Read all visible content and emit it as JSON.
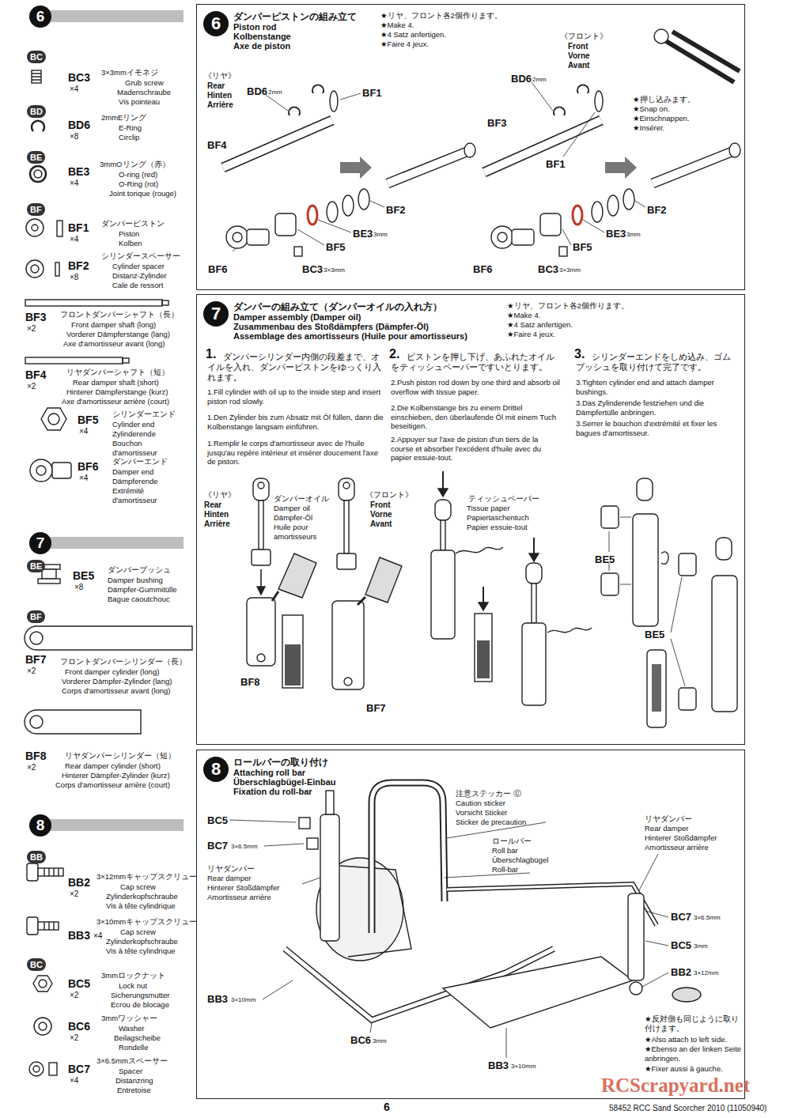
{
  "diagram": {
    "nodes": [
      {
        "text": [
          "6",
          "ダンパーピストンの組み立て",
          "Piston rod",
          "Kolbenstange",
          "Axe de piston",
          "★リヤ、フロント各2個作ります。",
          "★Make 4.",
          "★4 Satz anfertigen.",
          "★Faire 4 jeux."
        ]
      },
      {
        "text": [
          "7",
          "ダンパーの組み立て（ダンパーオイルの入れ方）",
          "Damper assembly (Damper oil)",
          "Zusammenbau des Stoßdämpfers (Dämpfer-Öl)",
          "Assemblage des amortisseurs (Huile pour amortisseurs)",
          "★リヤ、フロント各2個作ります。",
          "★Make 4.",
          "★4 Satz anfertigen.",
          "★Faire 4 jeux."
        ]
      },
      {
        "text": [
          "8",
          "ロールバーの取り付け",
          "Attaching roll bar",
          "Überschlagbügel-Einbau",
          "Fixation du roll-bar"
        ]
      }
    ],
    "labels": [
      "6",
      "BC",
      "BC3",
      "×4",
      "3×3mmイモネジ",
      "Grub screw",
      "Madenschraube",
      "Vis pointeau",
      "BD",
      "BD6",
      "×8",
      "2mmEリング",
      "E-Ring",
      "Circlip",
      "BE",
      "BE3",
      "×4",
      "3mmOリング（赤）",
      "O-ring (red)",
      "O-Ring (rot)",
      "Joint torique (rouge)",
      "BF",
      "BF1",
      "×4",
      "ダンパーピストン",
      "Piston",
      "Kolben",
      "BF2",
      "×8",
      "シリンダースペーサー",
      "Cylinder spacer",
      "Distanz-Zylinder",
      "Cale de ressort",
      "BF3",
      "×2",
      "フロントダンパーシャフト（長）",
      "Front damper shaft (long)",
      "Vorderer Dämpferstange (lang)",
      "Axe d'amortisseur avant (long)",
      "BF4",
      "×2",
      "リヤダンパーシャフト（短）",
      "Rear damper shaft (short)",
      "Hinterer Dämpferstange (kurz)",
      "Axe d'amortisseur arrière (court)",
      "BF5",
      "×4",
      "シリンダーエンド",
      "Cylinder end",
      "Zylinderende",
      "Bouchon",
      "d'amortisseur",
      "BF6",
      "×4",
      "ダンパーエンド",
      "Damper end",
      "Dämpferende",
      "Extrémité",
      "d'amortisseur",
      "7",
      "BE",
      "BE5",
      "×8",
      "ダンパーブッシュ",
      "Damper bushing",
      "Dämpfer-Gummitülle",
      "Bague caoutchouc",
      "BF",
      "BF7",
      "×2",
      "フロントダンパーシリンダー（長）",
      "Front damper cylinder (long)",
      "Vorderer Dämpfer-Zylinder (lang)",
      "Corps d'amortisseur avant (long)",
      "BF8",
      "×2",
      "リヤダンパーシリンダー（短）",
      "Rear damper cylinder (short)",
      "Hinterer Dämpfer-Zylinder (kurz)",
      "Corps d'amortisseur arrière (court)",
      "8",
      "BB",
      "BB2",
      "×2",
      "3×12mmキャップスクリュー",
      "Cap screw",
      "Zylinderkopfschraube",
      "Vis à tête cylindrique",
      "3×10mmキャップスクリュー",
      "BB3",
      "×4",
      "Cap screw",
      "Zylinderkopfschraube",
      "Vis à tête cylindrique",
      "BC",
      "BC5",
      "×2",
      "3mmロックナット",
      "Lock nut",
      "Sicherungsmutter",
      "Ecrou de blocage",
      "BC6",
      "×2",
      "3mmワッシャー",
      "Washer",
      "Beilagscheibe",
      "Rondelle",
      "BC7",
      "×4",
      "3×6.5mmスペーサー",
      "Spacer",
      "Distanzring",
      "Entretoise",
      "《リヤ》",
      "Rear",
      "Hinten",
      "Arrière",
      "BD6",
      "2mm",
      "BF1",
      "BF4",
      "BF2",
      "BE3",
      "3mm",
      "BF5",
      "BF6",
      "BC3",
      "3×3mm",
      "《フロント》",
      "Front",
      "Vorne",
      "Avant",
      "BD6",
      "2mm",
      "BF3",
      "★押し込みます。",
      "★Snap on.",
      "★Einschnappen.",
      "★Insérer.",
      "BF1",
      "BF2",
      "BE3",
      "3mm",
      "BF5",
      "BF6",
      "BC3",
      "3×3mm",
      "1.",
      "ダンパーシリンダー内側の段差まで、オイルを入れ、ダンパーピストンをゆっくり入れます。",
      "1.Fill cylinder with oil up to the inside step and insert piston rod slowly.",
      "1.Den Zylinder bis zum Absatz mit Öl füllen, dann die Kolbenstange langsam einführen.",
      "1.Remplir le corps d'amortisseur avec de l'huile jusqu'au repère intérieur et insérer doucement l'axe de piston.",
      "2.",
      "ピストンを押し下げ、あふれたオイルをティッシュペーパーですいとります。",
      "2.Push piston rod down by one third and absorb oil overflow with tissue paper.",
      "2.Die Kolbenstange bis zu einem Drittel einschieben, den überlaufende Öl mit einem Tuch beseitigen.",
      "2.Appuyer sur l'axe de piston d'un tiers de la course et absorber l'excédent d'huile avec du papier essuie-tout.",
      "3.",
      "シリンダーエンドをしめ込み、ゴムブッシュを取り付けて完了です。",
      "3.Tighten cylinder end and attach damper bushings.",
      "3.Das Zylinderende festziehen und die Dämpfertülle anbringen.",
      "3.Serrer le bouchon d'extrémité et fixer les bagues d'amortisseur.",
      "《リヤ》",
      "Rear",
      "Hinten",
      "Arrière",
      "ダンパーオイル",
      "Damper oil",
      "Dämpfer-Öl",
      "Huile pour",
      "amortisseurs",
      "《フロント》",
      "Front",
      "Vorne",
      "Avant",
      "ティッシュペーパー",
      "Tissue paper",
      "Papiertaschentuch",
      "Papier essuie-tout",
      "BF8",
      "BF7",
      "BE5",
      "BE5",
      "BC5",
      "BC7",
      "3×6.5mm",
      "リヤダンパー",
      "Rear damper",
      "Hinterer Stoßdämpfer",
      "Amortisseur arrière",
      "注意ステッカー Ⓒ",
      "Caution sticker",
      "Vorsicht Sticker",
      "Sticker de precaution",
      "ロールバー",
      "Roll bar",
      "Überschlagbügel",
      "Roll-bar",
      "リヤダンパー",
      "Rear damper",
      "Hinterer Stoßdämpfer",
      "Amortisseur arrière",
      "BC7",
      "3×6.5mm",
      "BC5",
      "3mm",
      "BB2",
      "3×12mm",
      "★反対側も同じように取り付けます。",
      "★Also attach to left side.",
      "★Ebenso an der linken Seite anbringen.",
      "★Fixer aussi à gauche.",
      "BB3",
      "3×10mm",
      "BC6",
      "3mm",
      "BB3",
      "3×10mm",
      "6",
      "58452 RCC Sand Scorcher 2010 (11050940)",
      "RCScrapyard.net"
    ]
  }
}
